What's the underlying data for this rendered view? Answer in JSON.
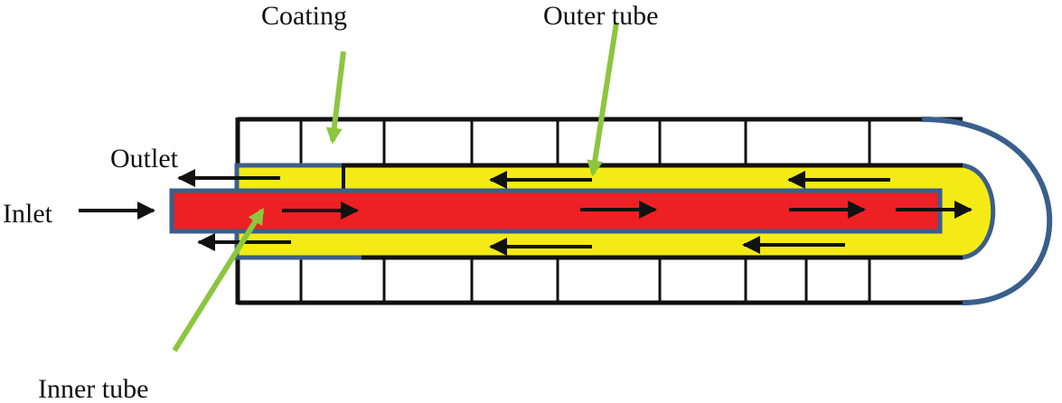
{
  "labels": {
    "coating": "Coating",
    "outer_tube": "Outer tube",
    "outlet": "Outlet",
    "inlet": "Inlet",
    "inner_tube": "Inner tube"
  },
  "colors": {
    "background": "#ffffff",
    "frame": "#111111",
    "fluid_annulus": "#f4ea15",
    "inner_tube_fill": "#ed2024",
    "tube_border": "#3a5f8c",
    "bend": "#3a5f8c",
    "pointer": "#8cc63f",
    "flow_arrow": "#111111"
  },
  "icons": {
    "flow_arrow": "right-arrow-icon",
    "return_arrow": "left-arrow-icon"
  }
}
